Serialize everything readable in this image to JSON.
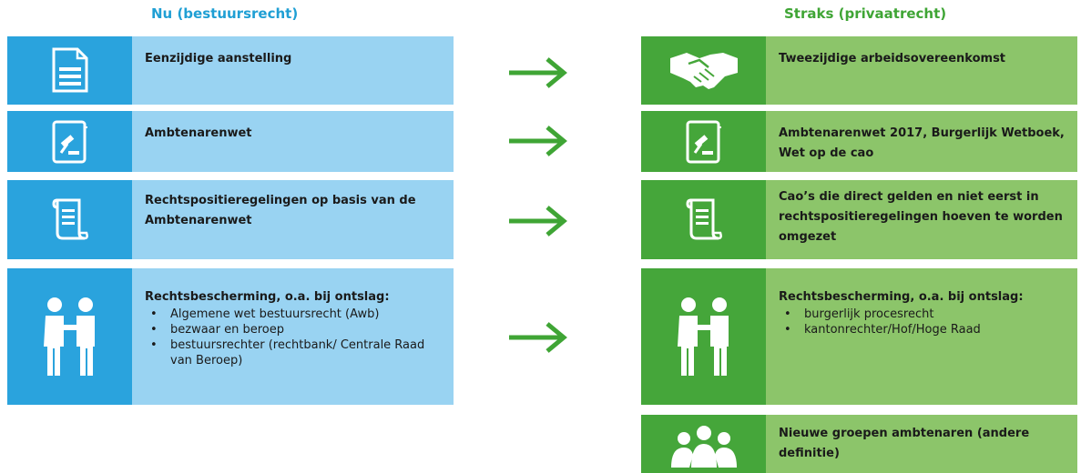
{
  "headings": {
    "left": "Nu (bestuursrecht)",
    "right": "Straks (privaatrecht)"
  },
  "left_rows": [
    {
      "icon": "document-icon",
      "text": "Eenzijdige aanstelling"
    },
    {
      "icon": "law-book-icon",
      "text": "Ambtenarenwet"
    },
    {
      "icon": "scroll-icon",
      "text": "Rechtspositieregelingen op basis van de Ambtenarenwet"
    },
    {
      "icon": "two-people-icon",
      "title": "Rechtsbescherming, o.a. bij ontslag:",
      "bullets": [
        "Algemene wet bestuursrecht (Awb)",
        "bezwaar en beroep",
        "bestuursrechter (rechtbank/ Centrale Raad van Beroep)"
      ]
    }
  ],
  "right_rows": [
    {
      "icon": "handshake-icon",
      "text": "Tweezijdige arbeidsovereenkomst"
    },
    {
      "icon": "law-book-icon",
      "text": "Ambtenarenwet 2017, Burgerlijk Wetboek, Wet op de cao"
    },
    {
      "icon": "scroll-icon",
      "text": "Cao’s die direct gelden en niet eerst in rechtspositieregelingen hoeven te worden omgezet"
    },
    {
      "icon": "two-people-icon",
      "title": "Rechtsbescherming, o.a. bij ontslag:",
      "bullets": [
        "burgerlijk procesrecht",
        "kantonrechter/Hof/Hoge Raad"
      ]
    },
    {
      "icon": "group-icon",
      "text": "Nieuwe groepen ambtenaren (andere definitie)"
    }
  ],
  "colors": {
    "blue_dark": "#2aa3dd",
    "blue_light": "#99d3f2",
    "green_dark": "#45a63a",
    "green_light": "#8cc56a",
    "arrow": "#3fa535"
  }
}
